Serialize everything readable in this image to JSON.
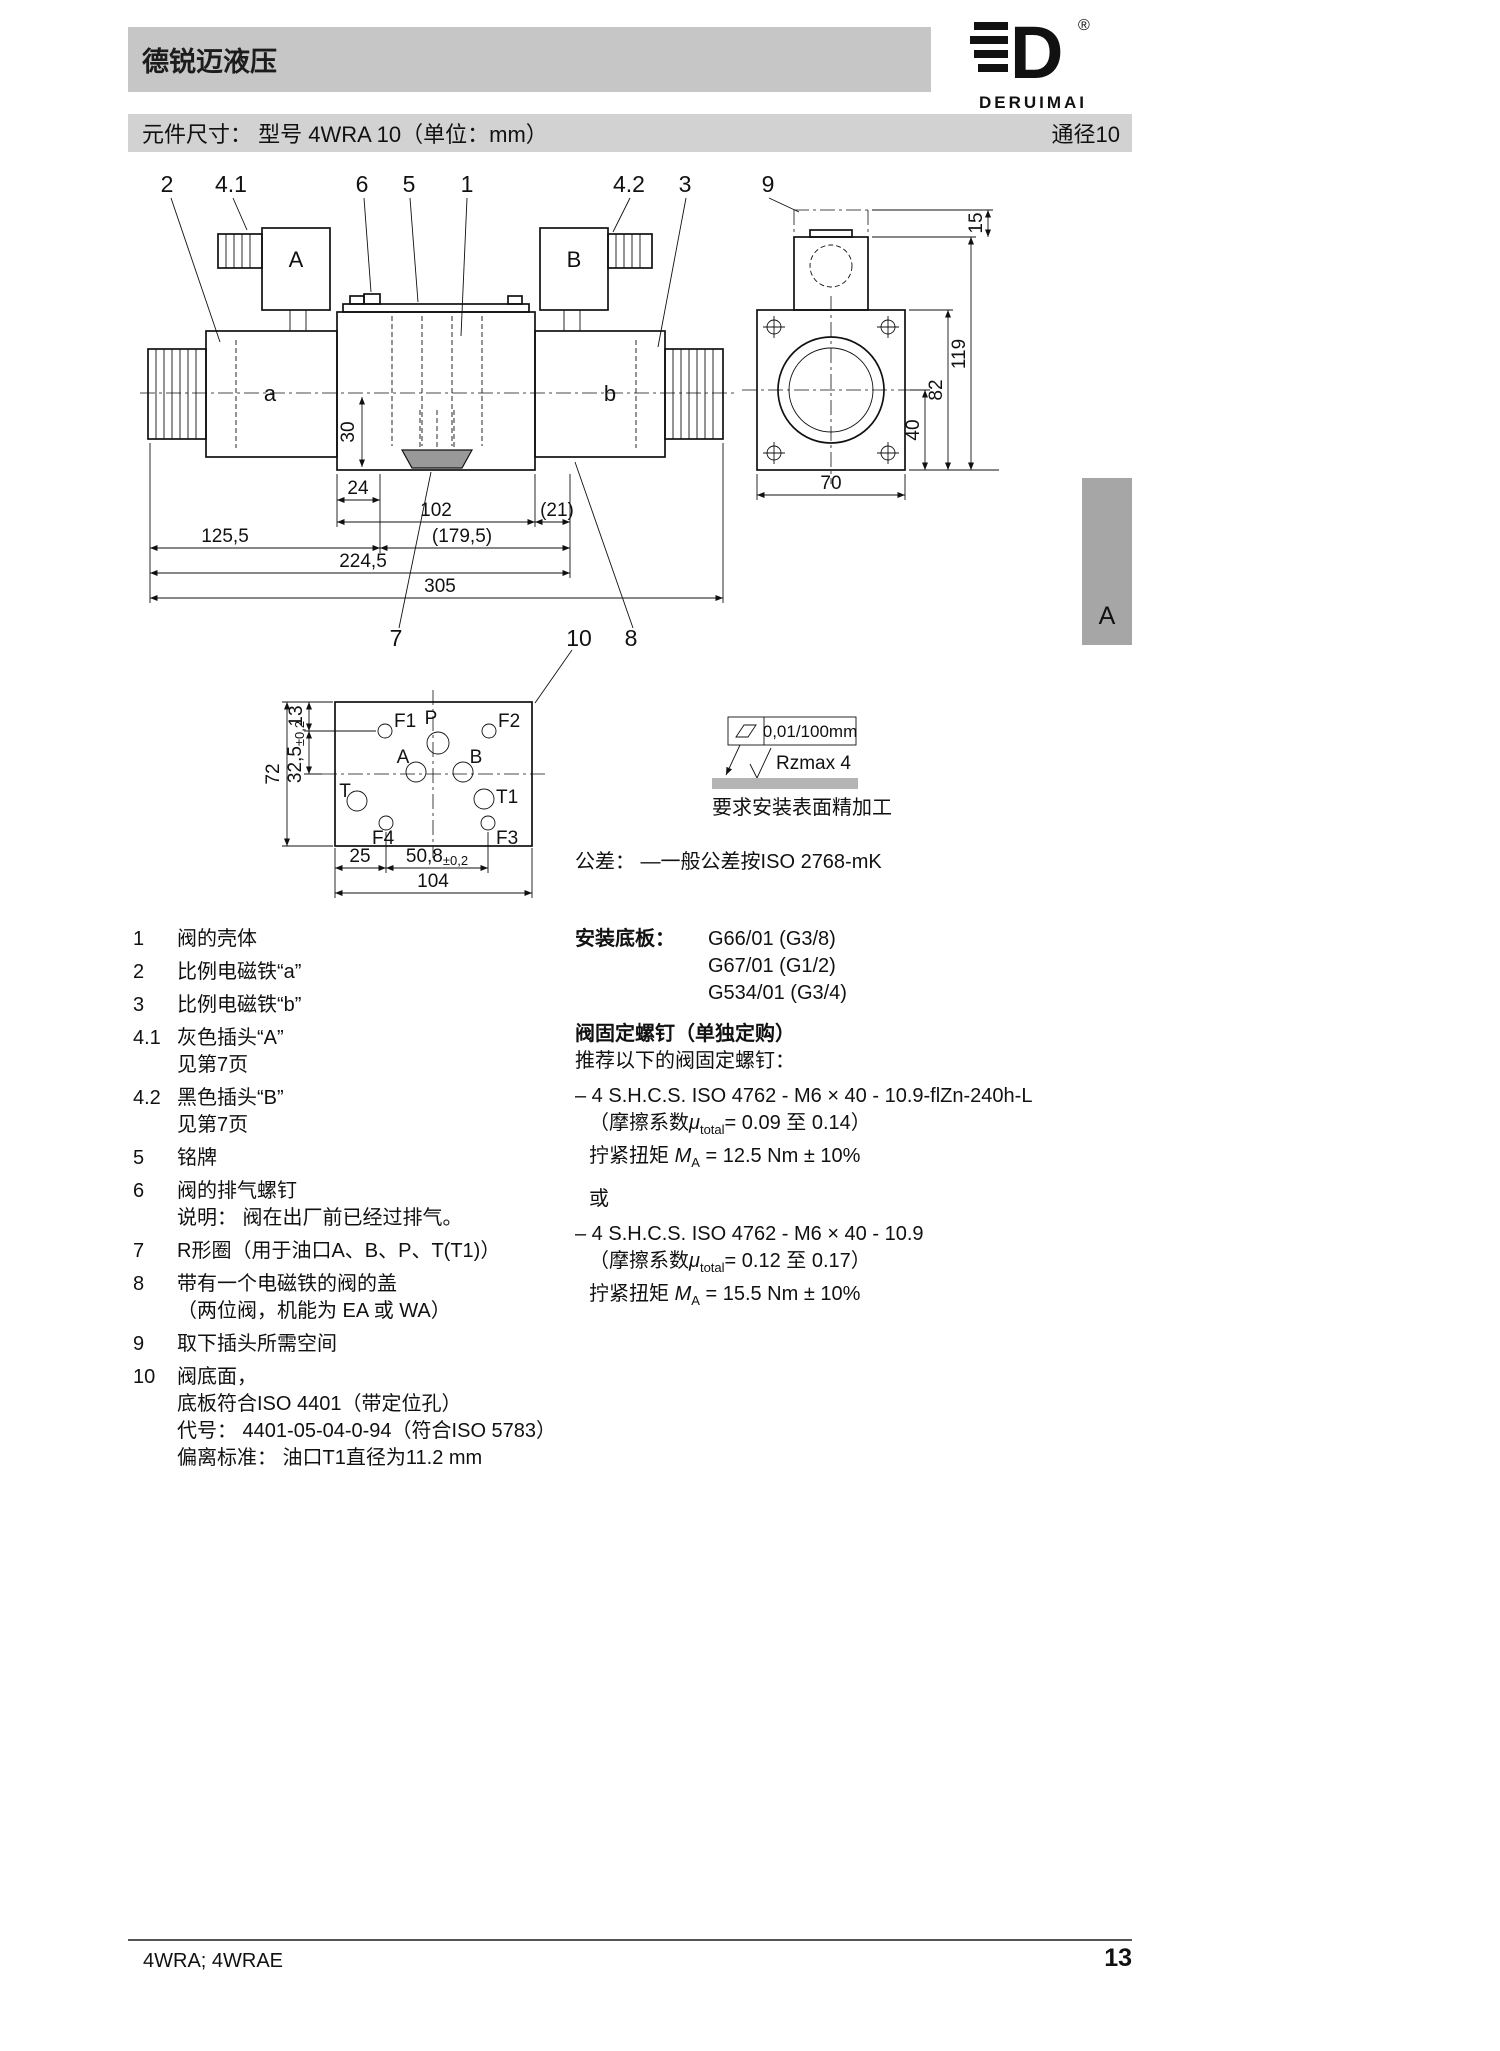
{
  "header": {
    "company": "德锐迈液压",
    "logo": {
      "mark_letter": "D",
      "registered": "®",
      "brand": "DERUIMAI"
    }
  },
  "title_bar": {
    "left": "元件尺寸： 型号 4WRA 10（单位：mm）",
    "right": "通径10"
  },
  "side_tab": {
    "label": "A"
  },
  "drawing": {
    "callouts": {
      "top": [
        "2",
        "4.1",
        "6",
        "5",
        "1",
        "4.2",
        "3",
        "9"
      ],
      "bottom": [
        "7",
        "10",
        "8"
      ]
    },
    "front_view": {
      "solenoid_a": "a",
      "solenoid_b": "b",
      "plug_a": "A",
      "plug_b": "B",
      "dims": {
        "d30": "30",
        "d24": "24",
        "d102": "102",
        "d21": "(21)",
        "d125_5": "125,5",
        "d179_5": "(179,5)",
        "d224_5": "224,5",
        "d305": "305"
      }
    },
    "end_view": {
      "dims": {
        "d15": "15",
        "d119": "119",
        "d82": "82",
        "d40": "40",
        "d70": "70"
      }
    },
    "bottom_view": {
      "ports": {
        "f1": "F1",
        "p": "P",
        "f2": "F2",
        "a": "A",
        "b": "B",
        "t": "T",
        "t1": "T1",
        "f4": "F4",
        "f3": "F3"
      },
      "dims": {
        "d13": "13",
        "d32_5": "32,5",
        "d32_5_tol": "±0,2",
        "d72": "72",
        "d25": "25",
        "d50_8": "50,8",
        "d50_8_tol": "±0,2",
        "d104": "104"
      }
    },
    "surface_finish": {
      "flatness": "0,01/100mm",
      "roughness": "Rzmax 4",
      "note": "要求安装表面精加工"
    },
    "tolerance_note": "公差： —一般公差按ISO 2768-mK"
  },
  "parts_list": [
    {
      "num": "1",
      "lines": [
        "阀的壳体"
      ]
    },
    {
      "num": "2",
      "lines": [
        "比例电磁铁“a”"
      ]
    },
    {
      "num": "3",
      "lines": [
        "比例电磁铁“b”"
      ]
    },
    {
      "num": "4.1",
      "lines": [
        "灰色插头“A”",
        "见第7页"
      ]
    },
    {
      "num": "4.2",
      "lines": [
        "黑色插头“B”",
        "见第7页"
      ]
    },
    {
      "num": "5",
      "lines": [
        "铭牌"
      ]
    },
    {
      "num": "6",
      "lines": [
        "阀的排气螺钉",
        "说明： 阀在出厂前已经过排气。"
      ]
    },
    {
      "num": "7",
      "lines": [
        "R形圈（用于油口A、B、P、T(T1)）"
      ]
    },
    {
      "num": "8",
      "lines": [
        "带有一个电磁铁的阀的盖",
        "（两位阀，机能为 EA 或 WA）"
      ]
    },
    {
      "num": "9",
      "lines": [
        "取下插头所需空间"
      ]
    },
    {
      "num": "10",
      "lines": [
        "阀底面，",
        "底板符合ISO 4401（带定位孔）",
        "代号： 4401-05-04-0-94（符合ISO 5783）",
        "偏离标准： 油口T1直径为11.2 mm"
      ]
    }
  ],
  "right_col": {
    "mounting": {
      "label": "安装底板：",
      "plates": [
        "G66/01 (G3/8)",
        "G67/01 (G1/2)",
        "G534/01 (G3/4)"
      ]
    },
    "fixing_bolts": {
      "title": "阀固定螺钉（单独定购）",
      "intro": "推荐以下的阀固定螺钉：",
      "or_label": "或",
      "options": [
        {
          "spec": "– 4 S.H.C.S. ISO 4762 - M6 × 40 - 10.9-flZn-240h-L",
          "friction_prefix": "（摩擦系数",
          "mu": "μ",
          "mu_sub": "total",
          "friction_suffix": "= 0.09 至 0.14）",
          "torque_prefix": "拧紧扭矩 ",
          "m": "M",
          "m_sub": "A",
          "torque_suffix": " = 12.5 Nm ± 10%"
        },
        {
          "spec": "– 4 S.H.C.S. ISO 4762 - M6 × 40 - 10.9",
          "friction_prefix": "（摩擦系数",
          "mu": "μ",
          "mu_sub": "total",
          "friction_suffix": "= 0.12 至 0.17）",
          "torque_prefix": "拧紧扭矩 ",
          "m": "M",
          "m_sub": "A",
          "torque_suffix": " = 15.5 Nm ± 10%"
        }
      ]
    }
  },
  "footer": {
    "left": "4WRA; 4WRAE",
    "page": "13"
  }
}
